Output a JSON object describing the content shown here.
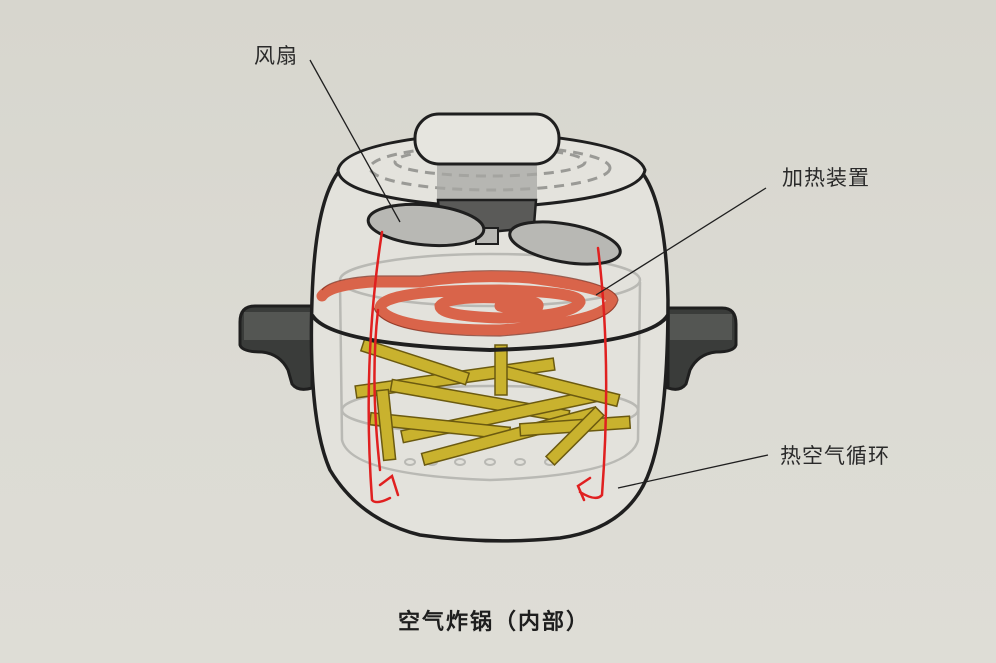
{
  "diagram": {
    "title": "空气炸锅（内部）",
    "labels": {
      "fan": "风扇",
      "heater": "加热装置",
      "hot_air_circulation": "热空气循环"
    },
    "colors": {
      "background": "#d8d7cf",
      "outline": "#1f1f1f",
      "heater_coil": "#d9644a",
      "air_arrows": "#e02020",
      "fries": "#c9b22e",
      "handles": "#3a3c3a",
      "fan_blades": "#b8b8b4",
      "motor": "#5a5a58",
      "basket": "#b9b9b4"
    }
  }
}
